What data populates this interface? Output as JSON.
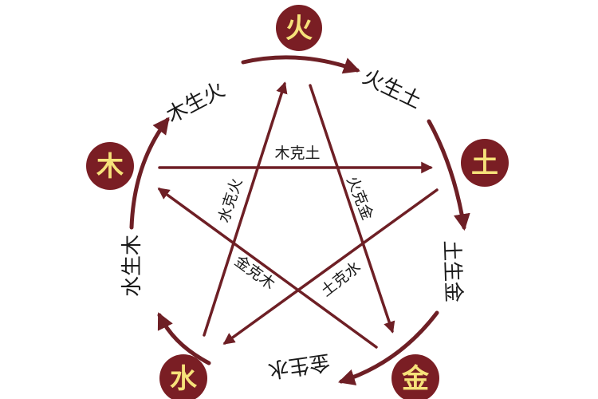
{
  "colors": {
    "line": "#6e1f25",
    "node_fill": "#7a1e24",
    "node_text": "#f6e27a",
    "label_text": "#1a1a1a"
  },
  "elements": {
    "fire": "火",
    "earth": "土",
    "metal": "金",
    "water": "水",
    "wood": "木"
  },
  "generating": {
    "wood_fire": "木生火",
    "fire_earth": "火生土",
    "earth_metal": "土生金",
    "metal_water": "金生水",
    "water_wood": "水生木"
  },
  "controlling": {
    "wood_earth": "木克土",
    "fire_metal": "火克金",
    "earth_water": "土克水",
    "metal_wood": "金克木",
    "water_fire": "水克火"
  }
}
